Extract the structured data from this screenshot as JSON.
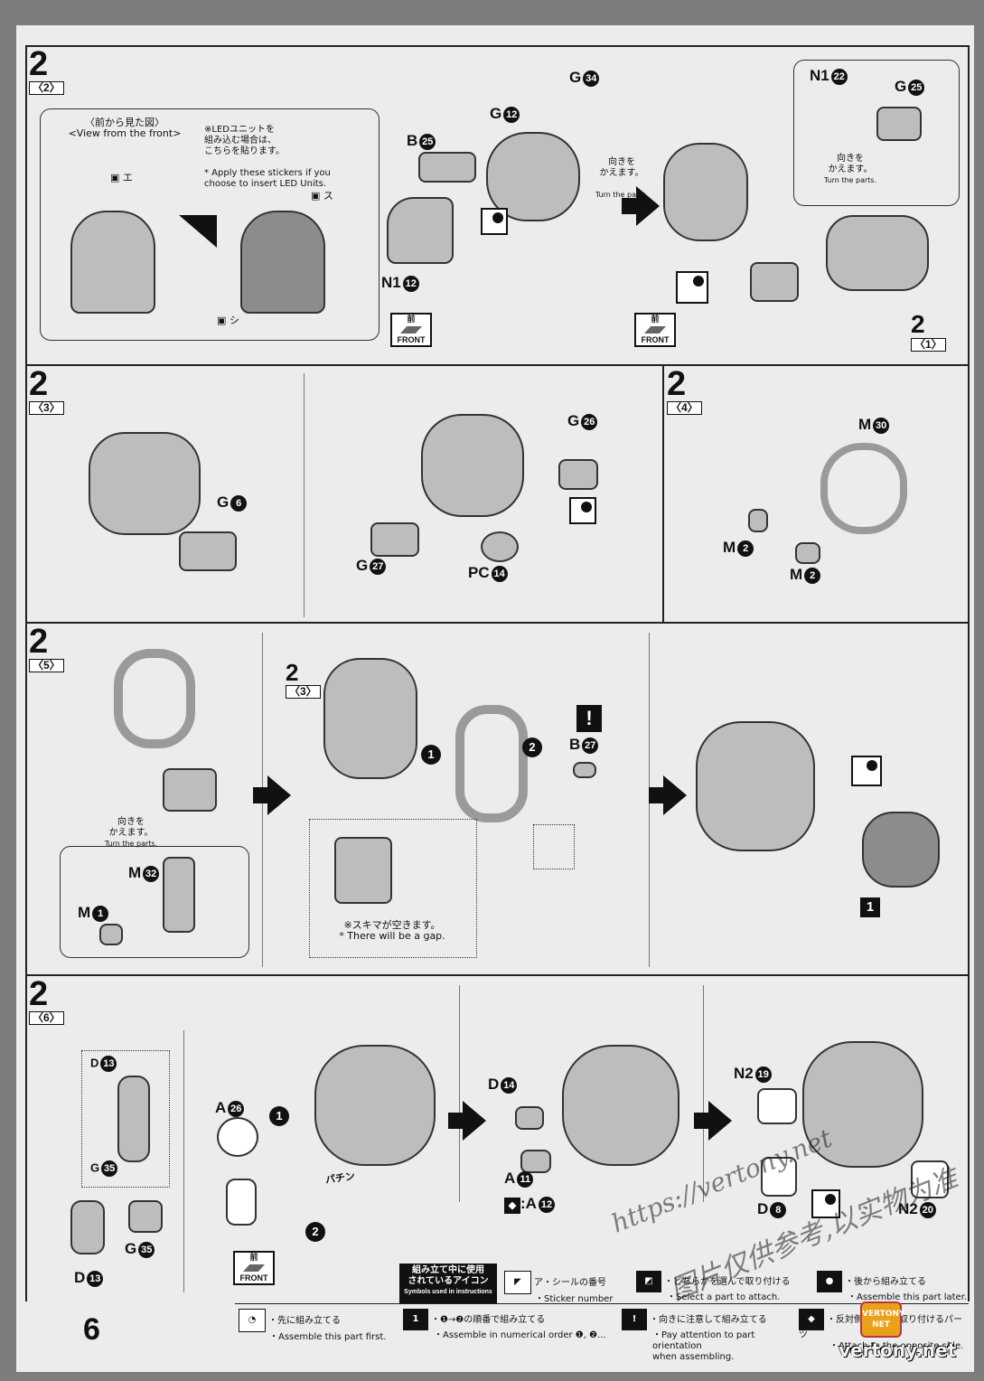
{
  "page_number": "6",
  "panels": {
    "step_2_2": {
      "step": "2",
      "sub": "〈2〉",
      "inset_title_jp": "〈前から見た図〉",
      "inset_title_en": "<View from the front>",
      "led_note_jp": "※LEDユニットを\n組み込む場合は、\nこちらを貼ります。",
      "led_note_en": "* Apply these stickers if you\nchoose to insert LED Units.",
      "sticker_e": "エ",
      "sticker_su": "ス",
      "sticker_shi": "シ",
      "parts": [
        {
          "letter": "G",
          "num": "34"
        },
        {
          "letter": "G",
          "num": "12"
        },
        {
          "letter": "B",
          "num": "25"
        },
        {
          "letter": "N1",
          "num": "12"
        }
      ],
      "front_jp": "前",
      "front_en": "FRONT",
      "turn_jp": "向きを\nかえます。",
      "turn_en": "Turn the parts.",
      "right_parts": [
        {
          "letter": "N1",
          "num": "22"
        },
        {
          "letter": "G",
          "num": "25"
        }
      ],
      "ref_step": "2",
      "ref_sub": "〈1〉"
    },
    "step_2_3": {
      "step": "2",
      "sub": "〈3〉",
      "parts": [
        {
          "letter": "G",
          "num": "6"
        },
        {
          "letter": "G",
          "num": "26"
        },
        {
          "letter": "G",
          "num": "27"
        },
        {
          "letter": "PC",
          "num": "14"
        }
      ]
    },
    "step_2_4": {
      "step": "2",
      "sub": "〈4〉",
      "parts": [
        {
          "letter": "M",
          "num": "30"
        },
        {
          "letter": "M",
          "num": "2"
        },
        {
          "letter": "M",
          "num": "2"
        }
      ]
    },
    "step_2_5": {
      "step": "2",
      "sub": "〈5〉",
      "turn_jp": "向きを\nかえます。",
      "turn_en": "Turn the parts.",
      "parts": [
        {
          "letter": "M",
          "num": "32"
        },
        {
          "letter": "M",
          "num": "1"
        },
        {
          "letter": "B",
          "num": "27"
        }
      ],
      "ref_step": "2",
      "ref_sub": "〈3〉",
      "order_1": "1",
      "order_2": "2",
      "gap_jp": "※スキマが空きます。",
      "gap_en": "* There will be a gap.",
      "unit_label": "1"
    },
    "step_2_6": {
      "step": "2",
      "sub": "〈6〉",
      "inset_parts": [
        {
          "letter": "D",
          "num": "13"
        },
        {
          "letter": "G",
          "num": "35"
        }
      ],
      "parts": [
        {
          "letter": "A",
          "num": "26"
        },
        {
          "letter": "G",
          "num": "35"
        },
        {
          "letter": "D",
          "num": "13"
        },
        {
          "letter": "D",
          "num": "14"
        },
        {
          "letter": "A",
          "num": "11"
        },
        {
          "letter": "A",
          "num": "12"
        },
        {
          "letter": "N2",
          "num": "19"
        },
        {
          "letter": "N2",
          "num": "20"
        },
        {
          "letter": "D",
          "num": "8"
        }
      ],
      "click_text": "パチン",
      "front_jp": "前",
      "front_en": "FRONT"
    }
  },
  "legend": {
    "title_jp": "組み立て中に使用\nされているアイコン",
    "title_en": "Symbols used in instructions",
    "sticker_jp": "ア・シールの番号",
    "sticker_en": "・Sticker number",
    "select_jp": "・どちらかを選んで取り付ける",
    "select_en": "・Select a part to attach.",
    "later_jp": "・後から組み立てる",
    "later_en": "・Assemble this part later.",
    "first_jp": "・先に組み立てる",
    "first_en": "・Assemble this part first.",
    "order_jp": "・❶→❷の順番で組み立てる",
    "order_en": "・Assemble in numerical order ❶, ❷...",
    "orient_jp": "・向きに注意して組み立てる",
    "orient_en": "・Pay attention to part orientation\nwhen assembling.",
    "opposite_jp": "・反対側も同様に取り付けるパーツ",
    "opposite_en": "・Attach to the opposite side."
  },
  "watermark": {
    "url": "https://vertony.net",
    "cn": "图片仅供参考,以实物为准",
    "logo_top": "VERTONY",
    "logo_bottom": "NET",
    "site": "vertony.net"
  }
}
